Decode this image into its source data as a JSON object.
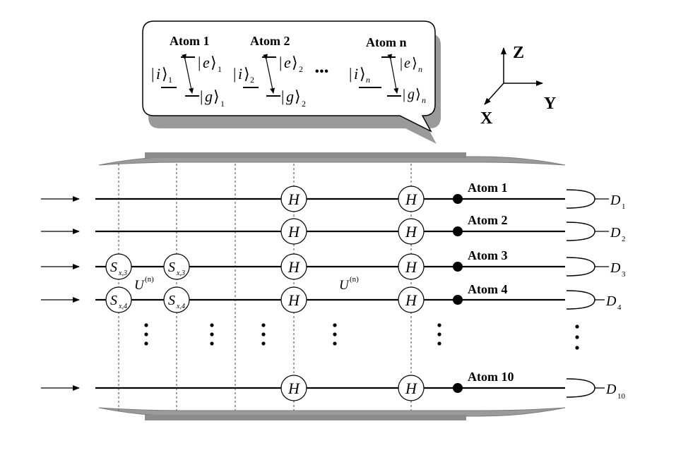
{
  "callout": {
    "atoms": [
      {
        "title": "Atom 1",
        "i_label": "|i⟩1",
        "e_label": "|e⟩1",
        "g_label": "|g⟩1",
        "sub": "1"
      },
      {
        "title": "Atom 2",
        "i_label": "|i⟩2",
        "e_label": "|e⟩2",
        "g_label": "|g⟩2",
        "sub": "2"
      },
      {
        "title": "Atom n",
        "i_label": "|i⟩n",
        "e_label": "|e⟩n",
        "g_label": "|g⟩n",
        "sub": "n"
      }
    ],
    "ellipsis": "•••",
    "ket_i": "i",
    "ket_e": "e",
    "ket_g": "g"
  },
  "axes": {
    "z": "Z",
    "y": "Y",
    "x": "X"
  },
  "gates": {
    "hadamard": "H",
    "s_gate": "S",
    "s_sub_3": "x,3",
    "s_sub_4": "x,4",
    "unitary": "U",
    "unitary_sup": "(n)"
  },
  "atom_lines": [
    {
      "label": "Atom 1",
      "detector": "D",
      "det_sub": "1"
    },
    {
      "label": "Atom 2",
      "detector": "D",
      "det_sub": "2"
    },
    {
      "label": "Atom 3",
      "detector": "D",
      "det_sub": "3"
    },
    {
      "label": "Atom 4",
      "detector": "D",
      "det_sub": "4"
    },
    {
      "label": "Atom 10",
      "detector": "D",
      "det_sub": "10"
    }
  ],
  "colors": {
    "line": "#000000",
    "mirror": "#999999",
    "mirror_dark": "#7d7d7d",
    "bubble_shadow": "#9a9a9a",
    "dotted": "#666666"
  }
}
